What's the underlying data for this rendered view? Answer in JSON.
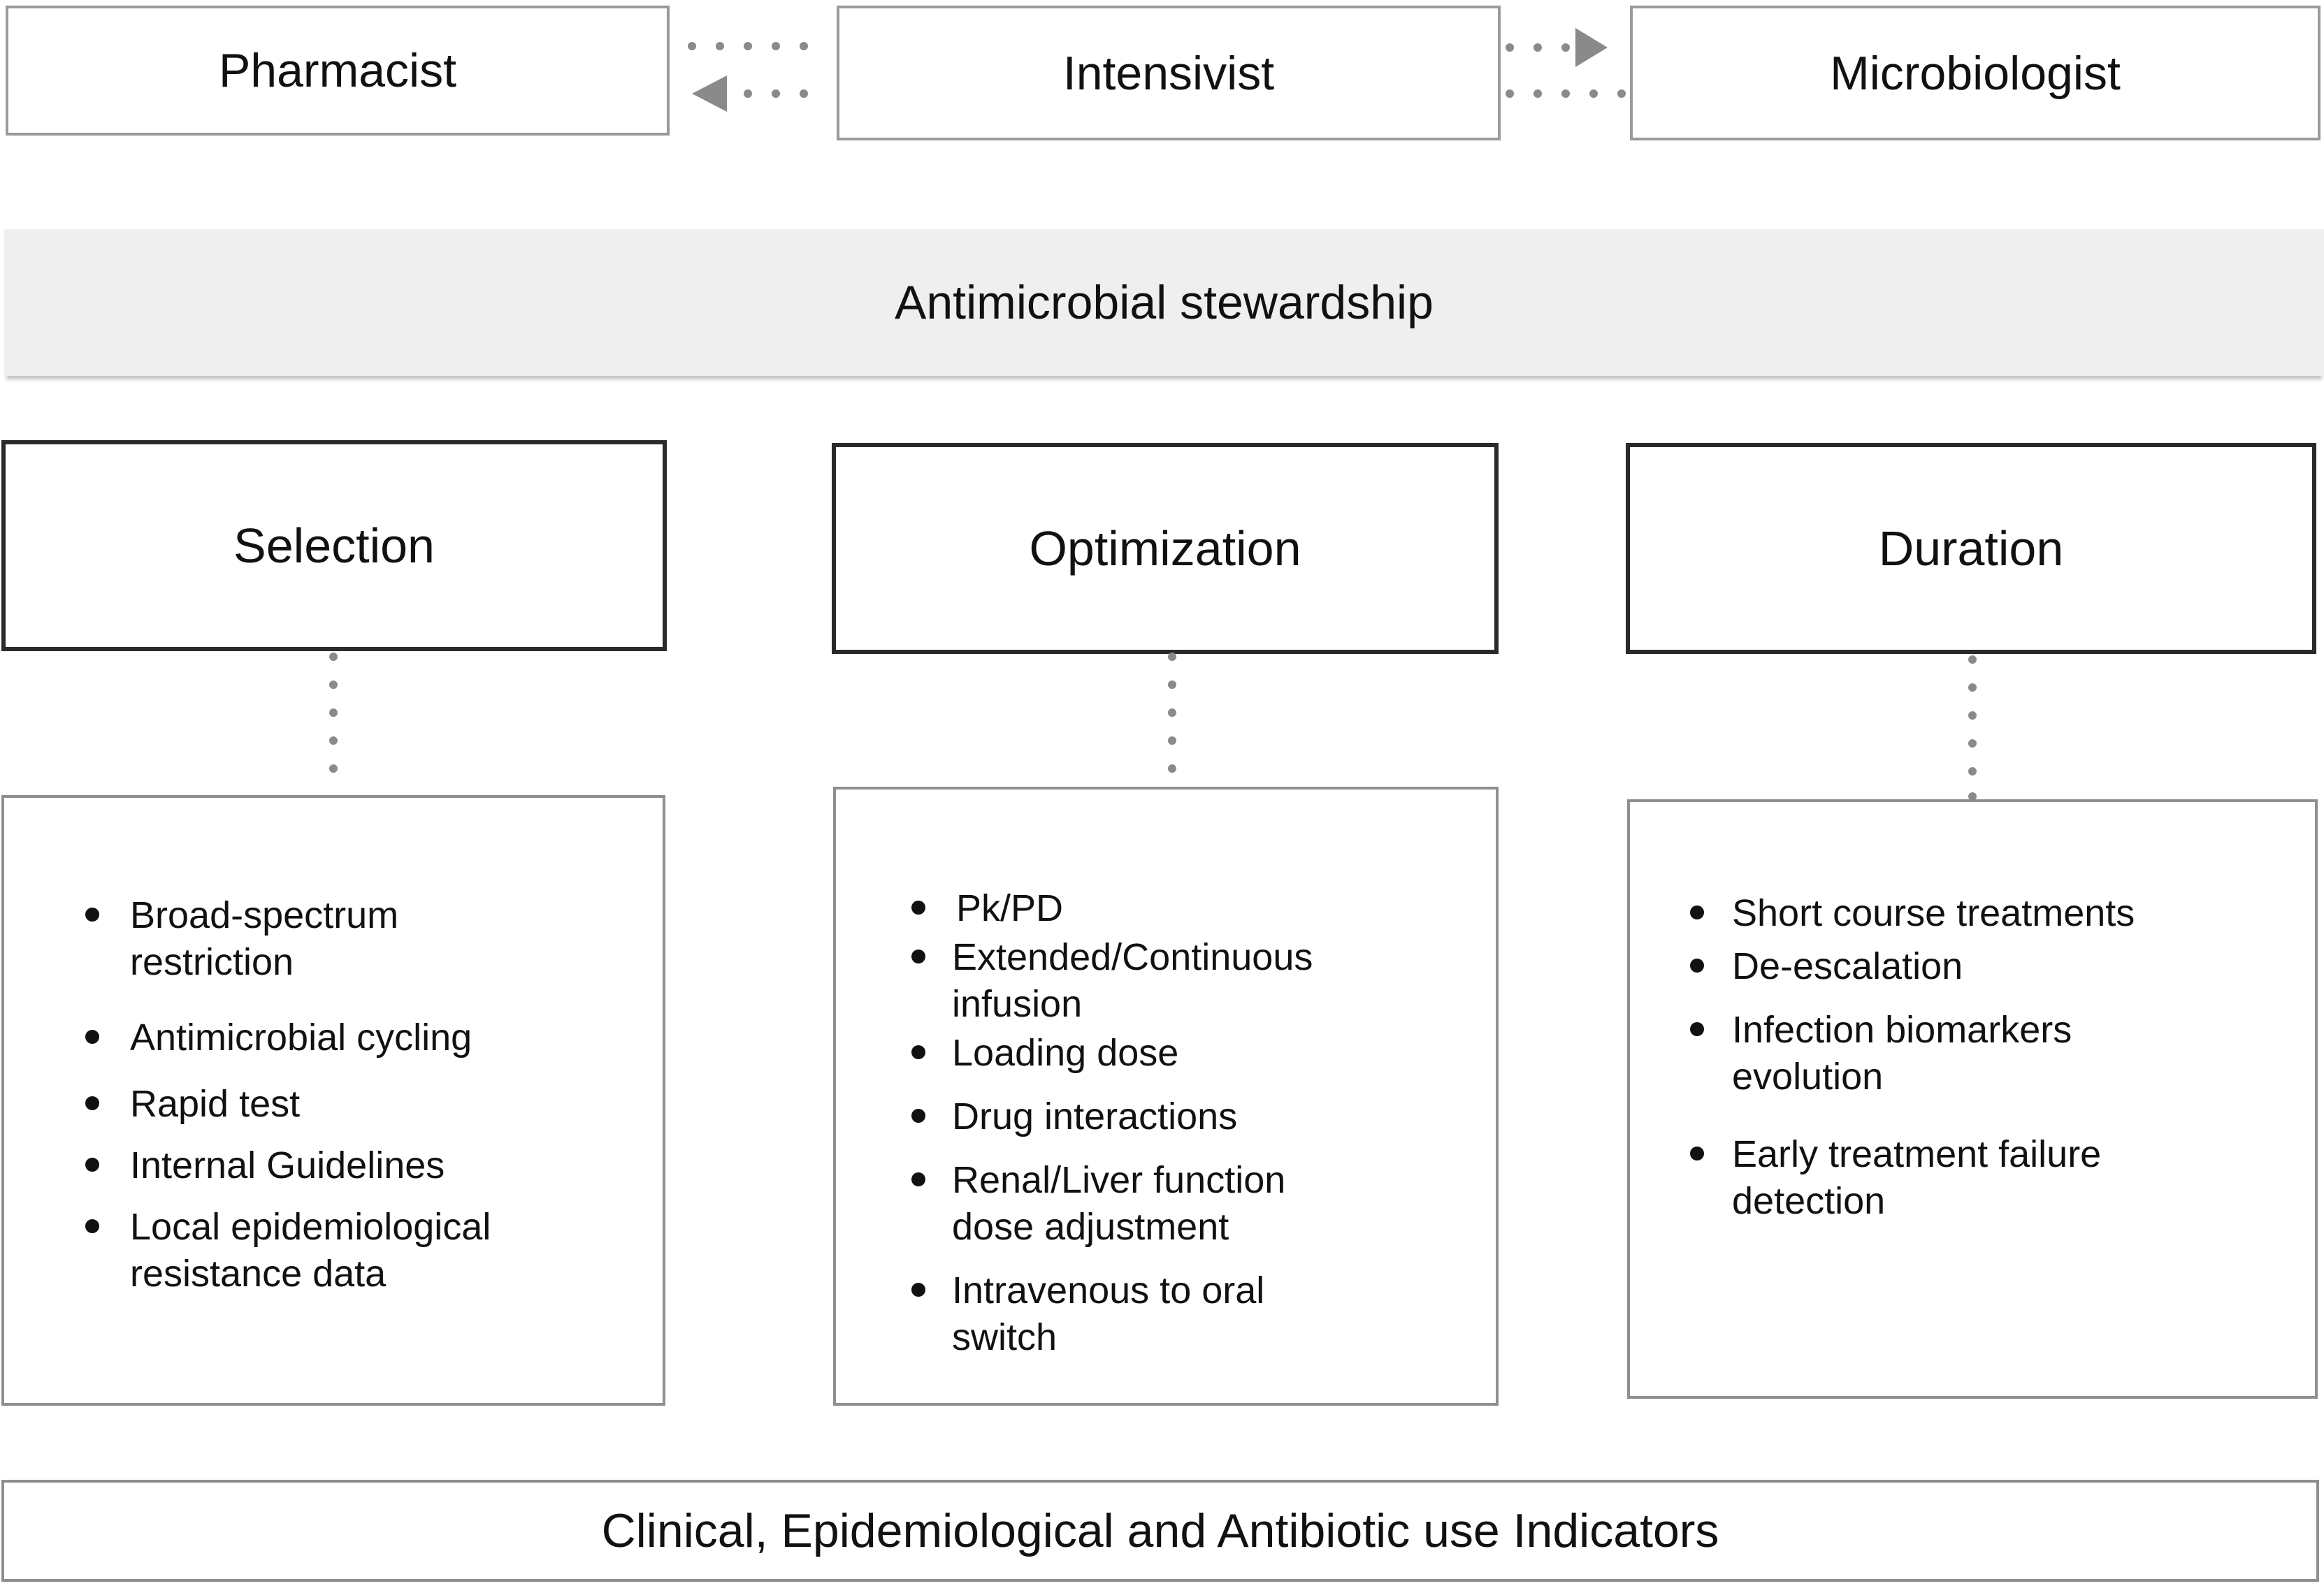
{
  "roles": [
    "Pharmacist",
    "Intensivist",
    "Microbiologist"
  ],
  "banner": "Antimicrobial stewardship",
  "pillars": [
    {
      "title": "Selection",
      "items": [
        "Broad-spectrum restriction",
        "Antimicrobial cycling",
        "Rapid test",
        "Internal Guidelines",
        "Local epidemiological resistance data"
      ]
    },
    {
      "title": "Optimization",
      "items": [
        "Pk/PD",
        "Extended/Continuous infusion",
        "Loading dose",
        "Drug interactions",
        "Renal/Liver function dose adjustment",
        "Intravenous to oral switch"
      ]
    },
    {
      "title": "Duration",
      "items": [
        "Short course treatments",
        "De-escalation",
        "Infection biomarkers evolution",
        "Early treatment failure detection"
      ]
    }
  ],
  "footer": "Clinical, Epidemiological and Antibiotic use Indicators",
  "colors": {
    "border_dark": "#2a2a2a",
    "border_light": "#8f8f8f",
    "banner_fill": "#efefef",
    "dots": "#8a8a8a"
  }
}
